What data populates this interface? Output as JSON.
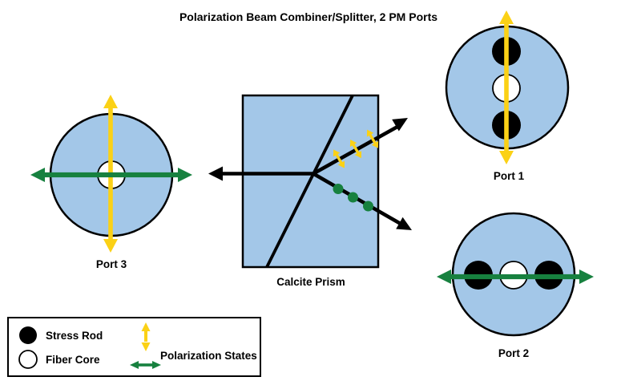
{
  "title": "Polarization Beam Combiner/Splitter, 2 PM Ports",
  "labels": {
    "port1": "Port 1",
    "port2": "Port 2",
    "port3": "Port 3",
    "prism": "Calcite Prism"
  },
  "legend": {
    "stress_rod": "Stress Rod",
    "fiber_core": "Fiber Core",
    "polarization_states": "Polarization States"
  },
  "colors": {
    "fiber_cladding_blue": "#a3c7e8",
    "polarization_yellow": "#fbd116",
    "polarization_green": "#17813f",
    "outline_black": "#000000"
  }
}
